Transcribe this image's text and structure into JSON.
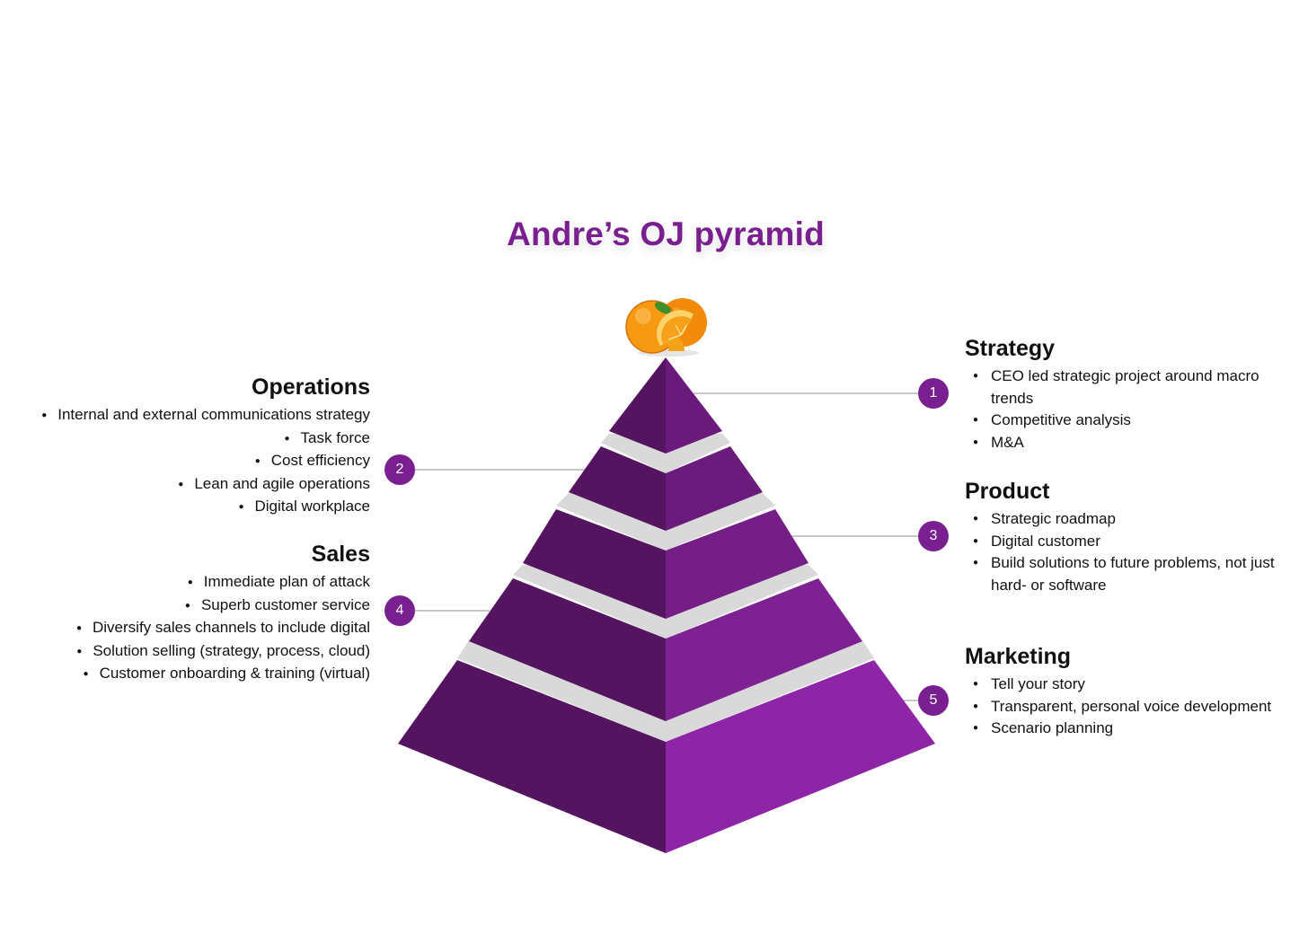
{
  "title": "Andre’s OJ pyramid",
  "colors": {
    "accent": "#7a1f8f",
    "layer_dark": "#54145f",
    "layer_light": "#8e24a6",
    "gap": "#d9d9d9"
  },
  "top_icon": "orange-fruit-icon",
  "sections": {
    "strategy": {
      "number": "1",
      "heading": "Strategy",
      "items": [
        "CEO led strategic project around macro trends",
        "Competitive analysis",
        "M&A"
      ]
    },
    "operations": {
      "number": "2",
      "heading": "Operations",
      "items": [
        "Internal and external communications strategy",
        "Task force",
        "Cost efficiency",
        "Lean and agile operations",
        "Digital workplace"
      ]
    },
    "product": {
      "number": "3",
      "heading": "Product",
      "items": [
        "Strategic roadmap",
        "Digital customer",
        "Build solutions to future problems, not just hard- or software"
      ]
    },
    "sales": {
      "number": "4",
      "heading": "Sales",
      "items": [
        "Immediate plan of attack",
        "Superb customer service",
        "Diversify sales channels to include digital",
        "Solution selling (strategy, process, cloud)",
        "Customer onboarding & training (virtual)"
      ]
    },
    "marketing": {
      "number": "5",
      "heading": "Marketing",
      "items": [
        "Tell your story",
        "Transparent, personal voice development",
        "Scenario planning"
      ]
    }
  }
}
